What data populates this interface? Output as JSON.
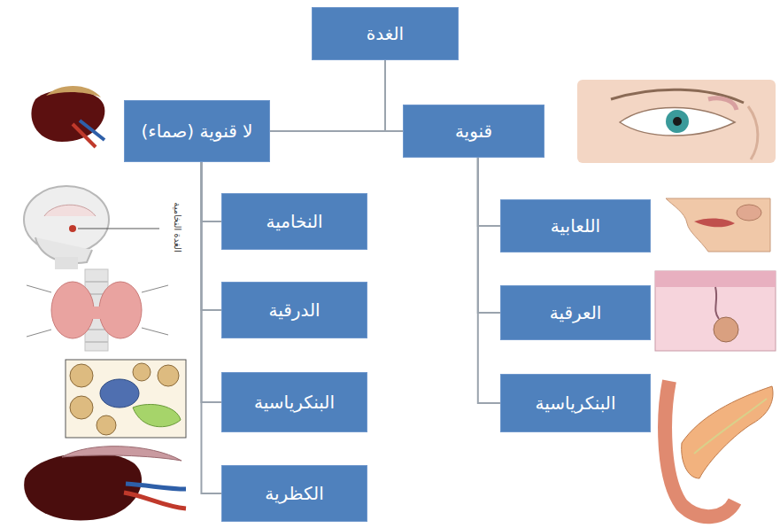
{
  "diagram": {
    "nodes": [
      {
        "text": [
          "الغدة"
        ]
      },
      {
        "text": [
          "قنوية"
        ]
      },
      {
        "text": [
          "لا قنوية (صماء)"
        ]
      },
      {
        "text": [
          "اللعابية"
        ]
      },
      {
        "text": [
          "العرقية"
        ]
      },
      {
        "text": [
          "البنكرياسية"
        ]
      },
      {
        "text": [
          "النخامية"
        ]
      },
      {
        "text": [
          "الدرقية"
        ]
      },
      {
        "text": [
          "البنكرياسية"
        ]
      },
      {
        "text": [
          "الكظرية"
        ]
      }
    ],
    "edges": [
      {
        "from": 0,
        "to": 1,
        "arrow": "none"
      },
      {
        "from": 0,
        "to": 2,
        "arrow": "none"
      },
      {
        "from": 1,
        "to": 3,
        "arrow": "none"
      },
      {
        "from": 1,
        "to": 4,
        "arrow": "none"
      },
      {
        "from": 1,
        "to": 5,
        "arrow": "none"
      },
      {
        "from": 2,
        "to": 6,
        "arrow": "none"
      },
      {
        "from": 2,
        "to": 7,
        "arrow": "none"
      },
      {
        "from": 2,
        "to": 8,
        "arrow": "none"
      },
      {
        "from": 2,
        "to": 9,
        "arrow": "none"
      }
    ],
    "labels": [
      "الغدة النخامية"
    ]
  }
}
